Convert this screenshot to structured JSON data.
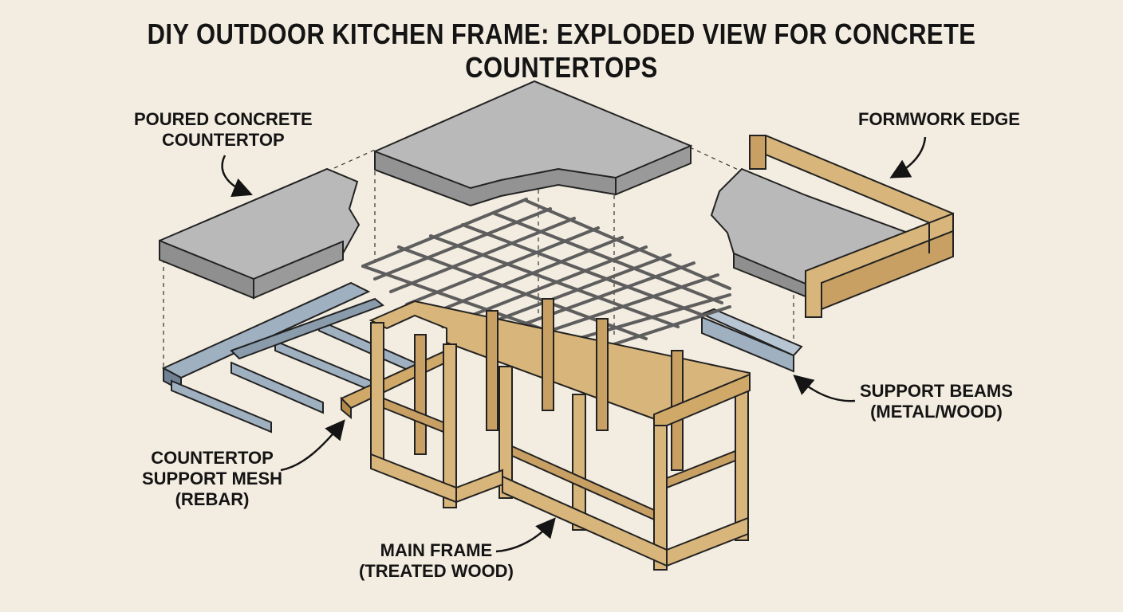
{
  "title": "DIY OUTDOOR KITCHEN FRAME: EXPLODED VIEW FOR CONCRETE COUNTERTOPS",
  "labels": {
    "poured_concrete": [
      "POURED CONCRETE",
      "COUNTERTOP"
    ],
    "formwork_edge": [
      "FORMWORK EDGE"
    ],
    "support_beams": [
      "SUPPORT BEAMS",
      "(METAL/WOOD)"
    ],
    "support_mesh": [
      "COUNTERTOP",
      "SUPPORT MESH",
      "(REBAR)"
    ],
    "main_frame": [
      "MAIN FRAME",
      "(TREATED WOOD)"
    ]
  },
  "icons": {
    "callout_arrow": "curved-arrow-icon"
  },
  "colors": {
    "background": "#f3ece0",
    "concrete_top": "#b9b9b9",
    "concrete_side": "#8f8f8f",
    "wood": "#d8b57a",
    "wood_dark": "#b48a4a",
    "steel": "#9fb0c0",
    "steel_dark": "#6f8192",
    "rebar": "#5e5e5e",
    "ink": "#141414"
  }
}
